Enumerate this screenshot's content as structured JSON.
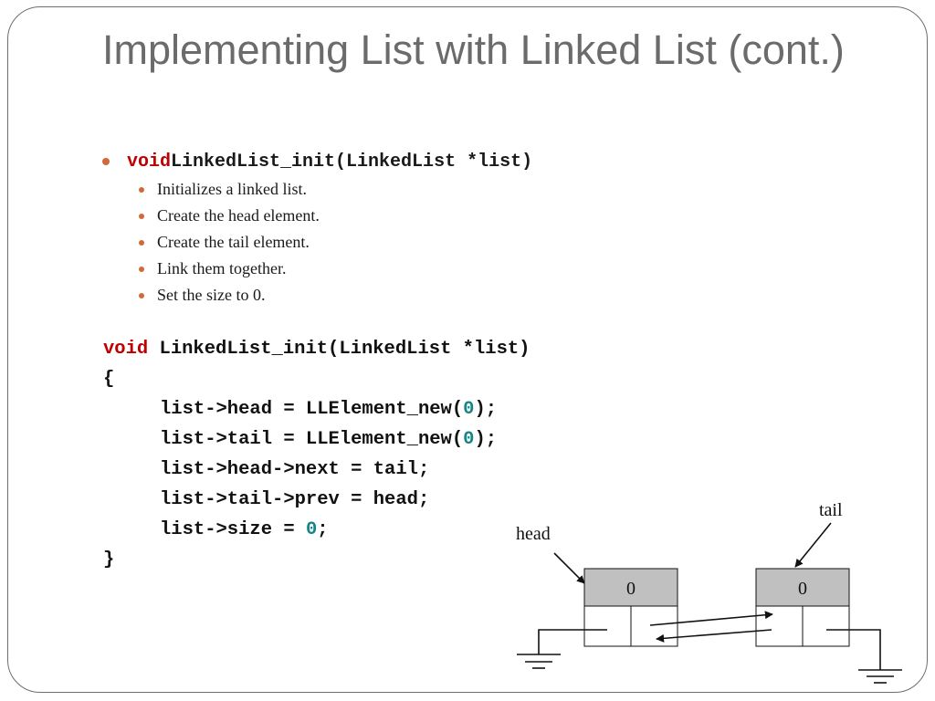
{
  "slide": {
    "title": "Implementing List with Linked List (cont.)",
    "bullet": {
      "keyword": "void",
      "signature": " LinkedList_init(LinkedList *list)"
    },
    "sub_bullets": [
      "Initializes a linked list.",
      "Create the head element.",
      "Create the tail element.",
      "Link them together.",
      "Set the size to 0."
    ]
  },
  "code": {
    "line1_keyword": "void",
    "line1_rest": " LinkedList_init(LinkedList *list)",
    "open_brace": "{",
    "line3_a": "list->head = LLElement_new(",
    "line3_num": "0",
    "line3_b": ");",
    "line4_a": "list->tail = LLElement_new(",
    "line4_num": "0",
    "line4_b": ");",
    "line5": "list->head->next = tail;",
    "line6": "list->tail->prev = head;",
    "line7_a": "list->size = ",
    "line7_num": "0",
    "line7_b": ";",
    "close_brace": "}"
  },
  "diagram": {
    "head_label": "head",
    "tail_label": "tail",
    "head_value": "0",
    "tail_value": "0",
    "value_fill": "#c0c0c0"
  }
}
